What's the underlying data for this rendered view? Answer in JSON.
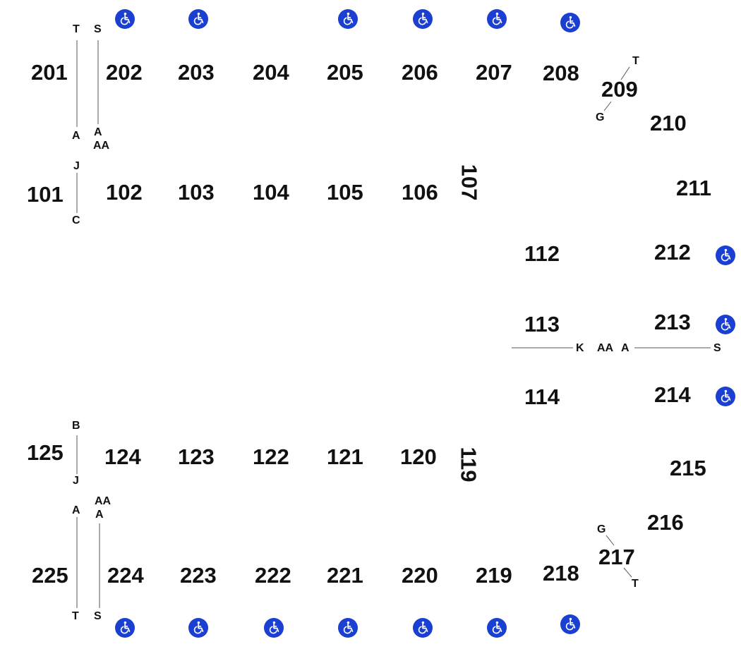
{
  "colors": {
    "accessible": "#1a3fd1",
    "text": "#111111",
    "line": "#555555"
  },
  "accessible_icon": "wheelchair-icon",
  "sections": {
    "s201": "201",
    "s202": "202",
    "s203": "203",
    "s204": "204",
    "s205": "205",
    "s206": "206",
    "s207": "207",
    "s208": "208",
    "s209": "209",
    "s210": "210",
    "s211": "211",
    "s212": "212",
    "s213": "213",
    "s214": "214",
    "s215": "215",
    "s216": "216",
    "s217": "217",
    "s218": "218",
    "s219": "219",
    "s220": "220",
    "s221": "221",
    "s222": "222",
    "s223": "223",
    "s224": "224",
    "s225": "225",
    "s101": "101",
    "s102": "102",
    "s103": "103",
    "s104": "104",
    "s105": "105",
    "s106": "106",
    "s107": "107",
    "s112": "112",
    "s113": "113",
    "s114": "114",
    "s119": "119",
    "s120": "120",
    "s121": "121",
    "s122": "122",
    "s123": "123",
    "s124": "124",
    "s125": "125"
  },
  "rows": {
    "r1": "T",
    "r2": "S",
    "r3": "A",
    "r4": "A",
    "r5": "AA",
    "r6": "J",
    "r7": "C",
    "r8": "T",
    "r9": "G",
    "r10": "K",
    "r11": "AA",
    "r12": "A",
    "r13": "S",
    "r14": "B",
    "r15": "J",
    "r16": "A",
    "r17": "AA",
    "r18": "A",
    "r19": "T",
    "r20": "S",
    "r21": "G",
    "r22": "T"
  }
}
